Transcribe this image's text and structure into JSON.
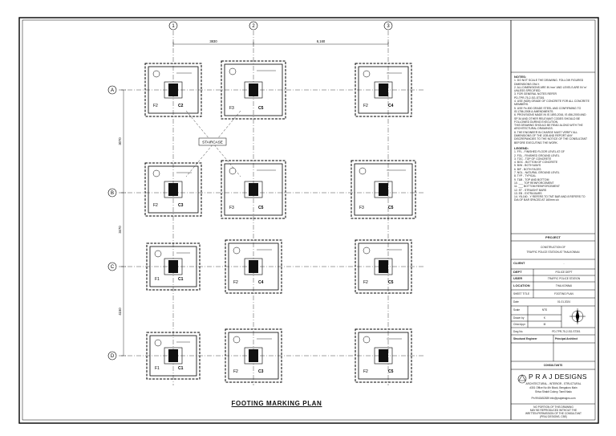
{
  "drawing": {
    "title": "FOOTING MARKING PLAN",
    "grid_cols": [
      "1",
      "2",
      "3"
    ],
    "grid_rows": [
      "A",
      "B",
      "C",
      "D"
    ],
    "col_dims": [
      "3830",
      "6,160"
    ],
    "row_dims": [
      "3070",
      "3470",
      "4150"
    ],
    "staircase_label": "STAIRCASE",
    "footings": [
      {
        "tag": "F2",
        "col": "C2",
        "row": "A",
        "gcol": "1",
        "mark": "F2"
      },
      {
        "tag": "F3",
        "col": "C5",
        "row": "A",
        "gcol": "2",
        "mark": "F3"
      },
      {
        "tag": "F2",
        "col": "C4",
        "row": "A",
        "gcol": "3",
        "mark": "F2"
      },
      {
        "tag": "F2",
        "col": "C3",
        "row": "B",
        "gcol": "1",
        "mark": "F2"
      },
      {
        "tag": "F3",
        "col": "C5",
        "row": "B",
        "gcol": "2",
        "mark": "F3"
      },
      {
        "tag": "F3",
        "col": "C5",
        "row": "B",
        "gcol": "3",
        "mark": "F3"
      },
      {
        "tag": "F1",
        "col": "C1",
        "row": "C",
        "gcol": "1",
        "mark": "F1"
      },
      {
        "tag": "F2",
        "col": "C4",
        "row": "C",
        "gcol": "2",
        "mark": "F2"
      },
      {
        "tag": "F2",
        "col": "C5",
        "row": "C",
        "gcol": "3",
        "mark": "F2"
      },
      {
        "tag": "F1",
        "col": "C1",
        "row": "D",
        "gcol": "1",
        "mark": "F1"
      },
      {
        "tag": "F2",
        "col": "C3",
        "row": "D",
        "gcol": "2",
        "mark": "F2"
      },
      {
        "tag": "F2",
        "col": "C5",
        "row": "D",
        "gcol": "3",
        "mark": "F2"
      }
    ]
  },
  "notes": {
    "heading": "NOTES:",
    "items": [
      "1.  DO NOT SCALE THE DRAWING. FOLLOW FIGURED",
      "     DIMENSIONS ONLY.",
      "2.  ALL DIMENSIONS ARE IN 'mm' AND LEVELS ARE IN 'm'",
      "     UNLESS SPECIFIED.",
      "3.  FOR GENERAL NOTES REFER",
      "     PD-TPR-75-2-SG-ST301",
      "4.  USE (M25) GRADE OF CONCRETE FOR ALL CONCRETE",
      "     MEMBERS.",
      "5.  USE Fe-500 GRADE STEEL AND CONFIRMING TO",
      "     IS:1786-2008 & AMENDMENTS.",
      "6.  PROVISIONS MADE IN IS 1893-2016, IS 456-2000 AND",
      "     SP 34 AND OTHER RELEVANT CODES SHOULD BE",
      "     FOLLOWED DURING EXECUTION.",
      "     THIS DRAWING SHOULD BE READ ALONG WITH  THE",
      "     ARCHITECTURAL DRAWINGS.",
      "8.  THE ENGINEER IN CHARGE MUST VERIFY ALL",
      "     DIMENSIONS OF THE JOB AND REPORT ANY",
      "     DISCREPANCIES TO THE NOTICE OF THE CONSULTANT",
      "     BEFORE EXECUTING  THE WORK."
    ]
  },
  "legend": {
    "heading": "LEGEND:",
    "items": [
      "1.  FFL - FINISHED FLOOR LEVEL AT GF",
      "2.  FGL - FINISHED GROUND LEVEL",
      "3.  TOC - TOP OF CONCRETE",
      "4.  BOC - BOTTOM OF CONCRETE",
      "5.  B/W - BOTH WAYS",
      "6.  B/F - BOTH FACES",
      "7.  NGL - NATURAL GROUND LEVEL",
      "8.  TYP - TYPICAL",
      "9.  T&B - TOP AND BOTTOM",
      "10.  ___ TOP REINFORCEMENT",
      "11.  ___ BOTTOM REINFORCEMENT",
      "12.  ST - STRAIGHT BARS",
      "13.  EB - EXTRA BARS",
      "14.  Y8-160 - Y REFERS TO TMT BAR AND 8 REFERS TO",
      "      DIA OF BAR SPACED AT 160mm c/c"
    ]
  },
  "titleblock": {
    "project_label": "PROJECT",
    "project_name_1": "CONSTRUCTION OF",
    "project_name_2": "TRAFFIC POLICE STATION AT THALKONNAI",
    "rows": [
      {
        "label": "CLIENT",
        "value": "-"
      },
      {
        "label": "DEPT",
        "value": "POLICE DEPT"
      },
      {
        "label": "USER",
        "value": "TRAFFIC POLICE STATION"
      },
      {
        "label": "LOCATION",
        "value": "THALKONNAI"
      },
      {
        "label": "SHEET TITLE",
        "value": "FOOTING PLAN"
      },
      {
        "label": "Date",
        "value": "01.01.2024"
      }
    ],
    "scale_label": "Scale",
    "scale_value": "NTS",
    "drawn_label": "Drawn by",
    "drawn_value": "K",
    "check_label": "Chkd Appr",
    "check_value": "M",
    "dwg_label": "Dwg No.",
    "dwg_value": "PD-TPR-75-2-SG-ST301",
    "sign_1": "Structural Engineer",
    "sign_2": "Principal Architect",
    "consultants": "CONSULTANTS",
    "firm": "P R A J   DESIGNS",
    "firm_sub": "ARCHITECTURAL - INTERIOR - STRUCTURAL",
    "address_1": "#301 Office No 4th Block, Bengaluru Main",
    "address_2": "Shiva Shakti Colony, Tamil Nadu",
    "phone": "Ph:9943452839     info@prajdesigns.com",
    "footer_1": "NO PORTION OF THIS DRAWING",
    "footer_2": "MAY BE REPRODUCED WITHOUT THE",
    "footer_3": "WRITTEN PERMISSION OF THE CONSULTANT",
    "footer_4": "(PRAJ DESIGNS, CBE)"
  },
  "colors": {
    "line": "#000000",
    "grid": "#333333",
    "panel": "#222222"
  }
}
